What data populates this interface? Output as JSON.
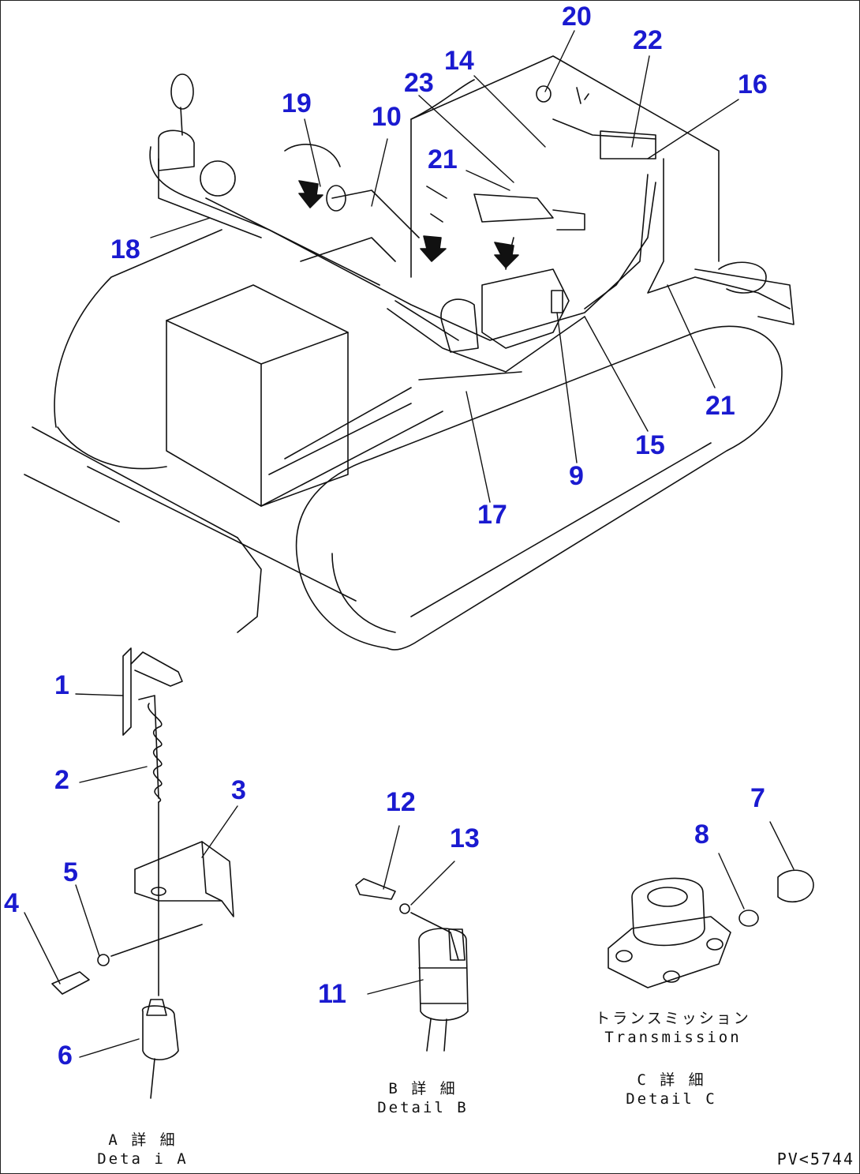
{
  "diagram": {
    "drawing_number": "PV<5744",
    "callouts": [
      "1",
      "2",
      "3",
      "4",
      "5",
      "6",
      "7",
      "8",
      "9",
      "10",
      "11",
      "12",
      "13",
      "14",
      "15",
      "16",
      "17",
      "18",
      "19",
      "20",
      "21",
      "21",
      "22",
      "23"
    ],
    "captions": {
      "detail_a_jp": "A 詳 細",
      "detail_a_en": "Deta i A",
      "detail_b_jp": "B 詳 細",
      "detail_b_en": "Detail B",
      "detail_c_jp": "C 詳 細",
      "detail_c_en": "Detail C",
      "transmission_jp": "トランスミッション",
      "transmission_en": "Transmission"
    },
    "colors": {
      "callout": "#1a1ad0",
      "line": "#111111"
    }
  }
}
